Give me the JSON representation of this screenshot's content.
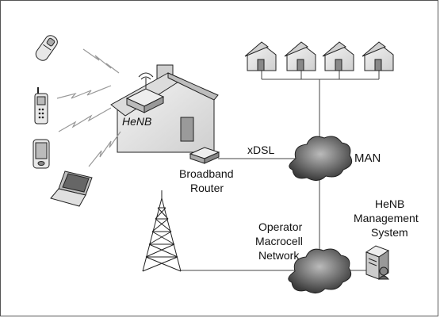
{
  "labels": {
    "henb": "HeNB",
    "xdsl": "xDSL",
    "man": "MAN",
    "router_line1": "Broadband",
    "router_line2": "Router",
    "operator_line1": "Operator",
    "operator_line2": "Macrocell",
    "operator_line3": "Network",
    "mgmt_line1": "HeNB",
    "mgmt_line2": "Management",
    "mgmt_line3": "System"
  },
  "colors": {
    "stroke": "#222222",
    "house_fill": "#e6e6e6",
    "cloud_fill": "#555555",
    "link": "#444444"
  },
  "icons": [
    "phone-flip-icon",
    "phone-candybar-icon",
    "pda-icon",
    "laptop-icon",
    "house-icon",
    "router-icon",
    "cloud-icon",
    "antenna-tower-icon",
    "server-icon"
  ]
}
